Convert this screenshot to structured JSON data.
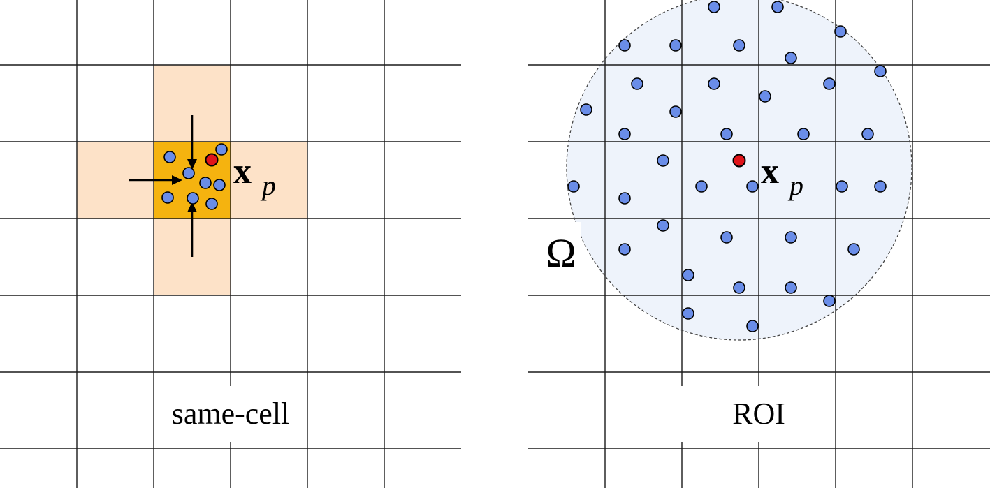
{
  "left_panel": {
    "caption": "same-cell",
    "point_label": "x",
    "point_subscript": "p"
  },
  "right_panel": {
    "caption": "ROI",
    "point_label": "x",
    "point_subscript": "p",
    "region_label": "Ω"
  },
  "colors": {
    "grid_line": "#1a1a1a",
    "neighbor_cell_fill": "#fde2c8",
    "center_cell_fill": "#f5b30f",
    "neighbor_point": "#6a8de8",
    "query_point": "#e0141a",
    "roi_fill": "#eef3fb"
  }
}
